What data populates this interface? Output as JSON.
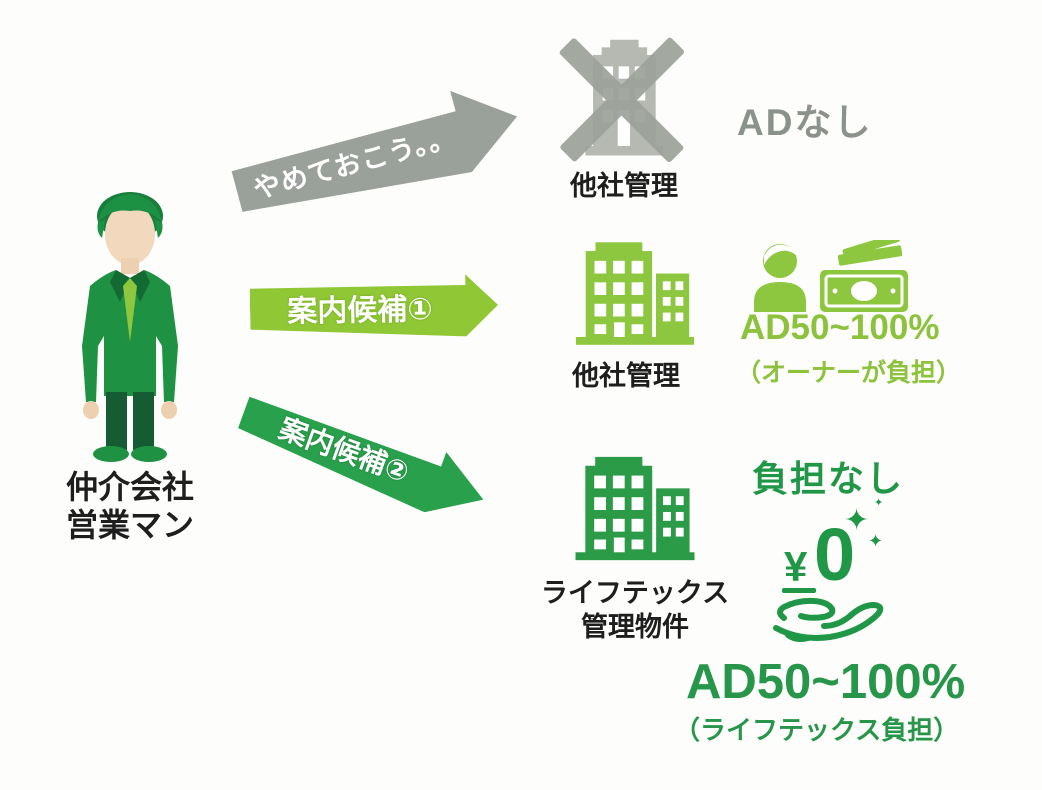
{
  "actor": {
    "label_line1": "仲介会社",
    "label_line2": "営業マン"
  },
  "arrows": {
    "reject": "やめておこう。。",
    "candidate1": "案内候補①",
    "candidate2": "案内候補②"
  },
  "option_rejected": {
    "building_label": "他社管理",
    "ad_text": "ADなし"
  },
  "option_candidate1": {
    "building_label": "他社管理",
    "ad_text": "AD50~100%",
    "ad_note": "（オーナーが負担）"
  },
  "option_candidate2": {
    "building_label_line1": "ライフテックス",
    "building_label_line2": "管理物件",
    "burden_text": "負担なし",
    "yen_symbol": "¥",
    "zero_digit": "0",
    "sparkle": "✦",
    "ad_text": "AD50~100%",
    "ad_note": "（ライフテックス負担）"
  },
  "colors": {
    "gray_arrow": "#9aa09a",
    "gray_building": "#b5b9b2",
    "gray_cross": "#9da29a",
    "gray_text": "#8b918b",
    "light_green": "#8dc63f",
    "light_green_arrow": "#90c734",
    "light_green_text": "#8cc23c",
    "dark_green": "#2b9b47",
    "dark_green_arrow": "#28a04c",
    "dark_green_text": "#1f9747",
    "black_text": "#1e1e1e",
    "suit_green": "#1f9143",
    "background": "#fdfdfb"
  }
}
